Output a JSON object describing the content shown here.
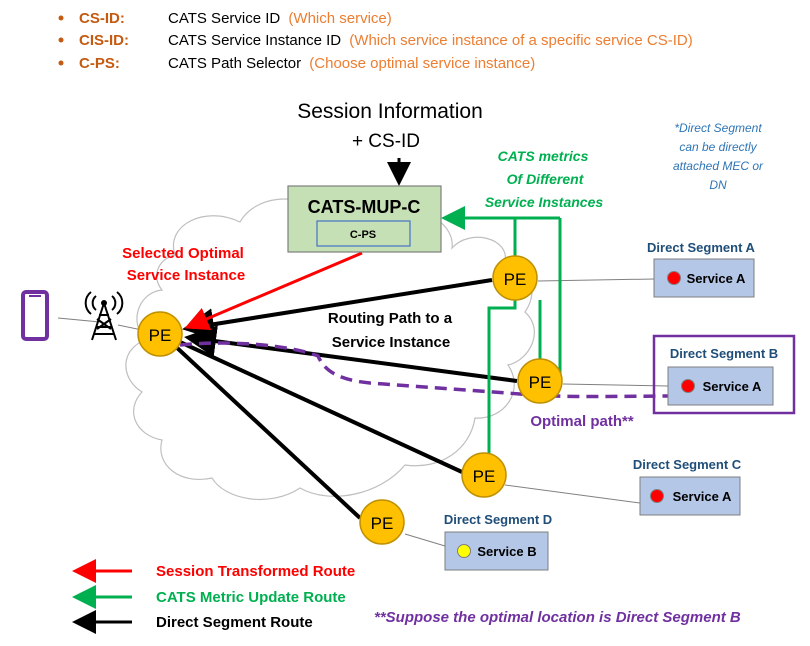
{
  "defs": [
    {
      "term": "CS-ID:",
      "desc": "CATS Service ID",
      "note": "(Which service)"
    },
    {
      "term": "CIS-ID:",
      "desc": "CATS Service Instance ID",
      "note": "(Which service instance of a specific service CS-ID)"
    },
    {
      "term": "C-PS:",
      "desc": "CATS Path Selector",
      "note": "(Choose optimal service instance)"
    }
  ],
  "session": {
    "title": "Session Information",
    "sub": "+ CS-ID"
  },
  "controller": {
    "title": "CATS-MUP-C",
    "cps": "C-PS"
  },
  "metrics_label": [
    "CATS metrics",
    "Of Different",
    "Service Instances"
  ],
  "selected_label": [
    "Selected Optimal",
    "Service Instance"
  ],
  "routing_label": [
    "Routing Path to a",
    "Service Instance"
  ],
  "optimal_label": "Optimal path**",
  "direct_note": [
    "*Direct Segment",
    "can be directly",
    "attached MEC or",
    "DN"
  ],
  "pe_label": "PE",
  "segments": [
    {
      "title": "Direct Segment A",
      "service": "Service A"
    },
    {
      "title": "Direct Segment B",
      "service": "Service A"
    },
    {
      "title": "Direct Segment C",
      "service": "Service A"
    },
    {
      "title": "Direct Segment D",
      "service": "Service B"
    }
  ],
  "legend": [
    {
      "label": "Session Transformed Route",
      "color": "#ff0000"
    },
    {
      "label": "CATS Metric Update Route",
      "color": "#00b050"
    },
    {
      "label": "Direct Segment Route",
      "color": "#000000"
    }
  ],
  "footnote": "**Suppose the optimal location is Direct Segment B",
  "colors": {
    "def_term": "#c55a11",
    "def_note": "#ed7d31",
    "red": "#ff0000",
    "green": "#00b050",
    "purple": "#7030a0",
    "pe_fill": "#ffc000",
    "pe_stroke": "#bf9000",
    "controller_fill": "#c5e0b4",
    "segment_fill": "#b4c7e7",
    "note_blue": "#2e75b6"
  }
}
